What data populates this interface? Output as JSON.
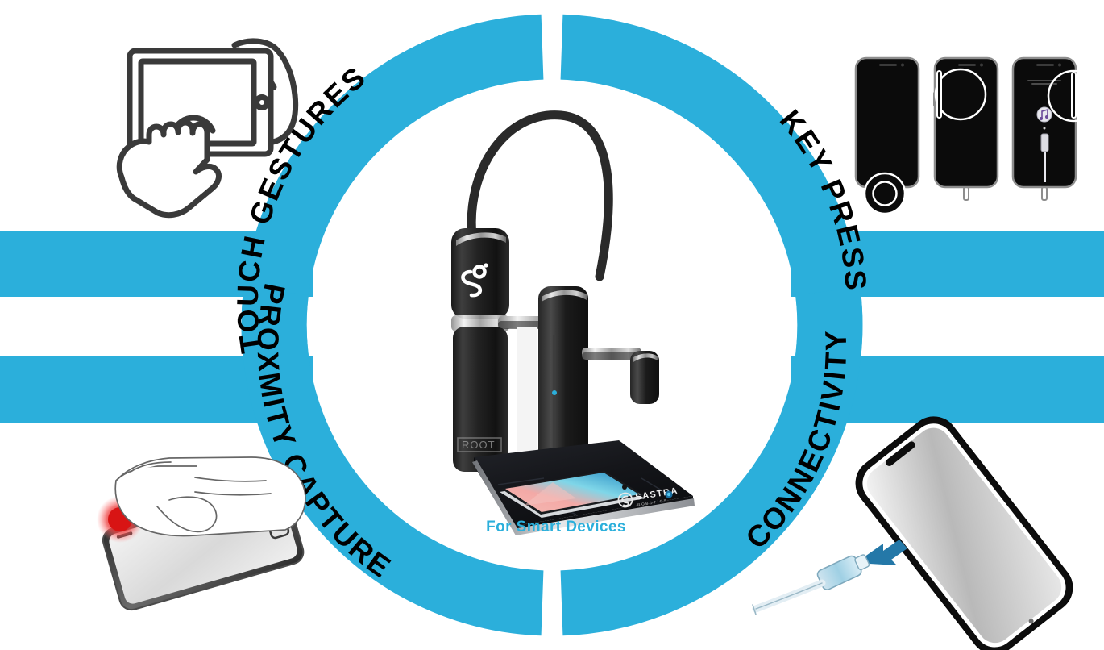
{
  "diagram": {
    "title_center": "For Smart Devices",
    "accent_color": "#2BAFDB",
    "label_color": "#000000",
    "device_brand": "SASTRA",
    "device_brand_sub": "ROBOTICS",
    "device_model_mark": "ROOT",
    "segments": [
      {
        "id": "touch-gestures",
        "label": "TOUCH GESTURES",
        "position": "top-left",
        "icon": "hand-touching-tablet-icon"
      },
      {
        "id": "key-press",
        "label": "KEY PRESS",
        "position": "top-right",
        "icon": "three-phones-key-press-icon"
      },
      {
        "id": "proxmity-capture",
        "label": "PROXMITY CAPTURE",
        "position": "bottom-left",
        "icon": "hand-hovering-phone-icon"
      },
      {
        "id": "connectivity",
        "label": "CONNECTIVITY",
        "position": "bottom-right",
        "icon": "cable-plug-phone-icon"
      }
    ]
  }
}
